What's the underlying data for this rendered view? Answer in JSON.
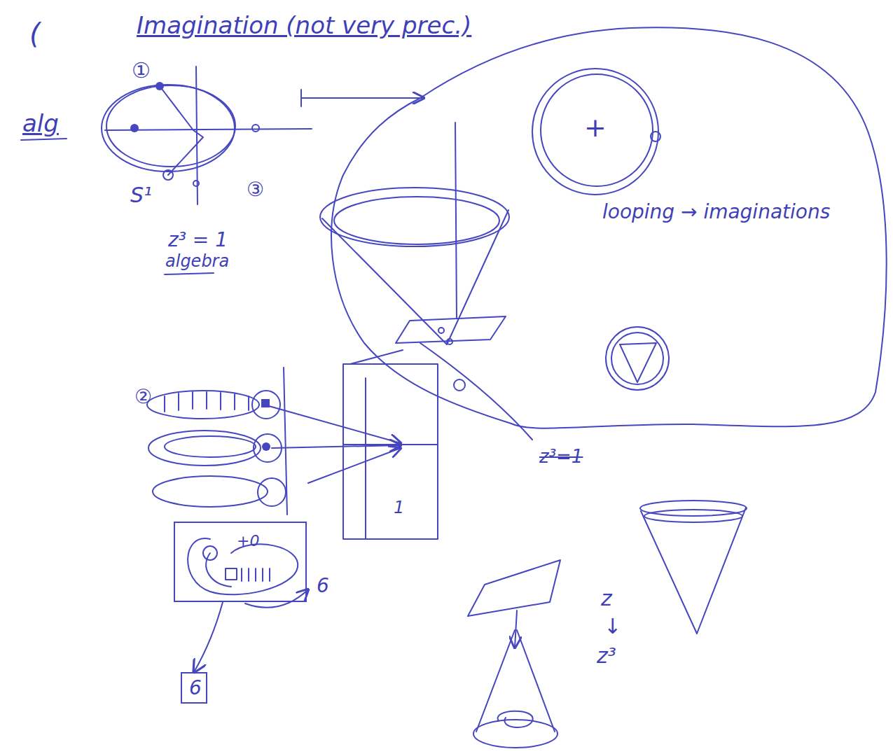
{
  "diagram": {
    "title": "Imagination (not very prec.)",
    "nodes": [
      {
        "text": [
          "looping → imaginations"
        ]
      },
      {
        "text": [
          "+0"
        ]
      },
      {
        "text": [
          "6"
        ]
      }
    ],
    "edges": [
      {
        "from": 1,
        "to": 2,
        "arrow": "to"
      }
    ],
    "labels": [
      "(",
      "①",
      "alg",
      "S¹",
      "③",
      "z³ = 1",
      "algebra",
      "+",
      "②",
      "1",
      "z³=1",
      "6",
      "z",
      "↓",
      "z³"
    ]
  }
}
